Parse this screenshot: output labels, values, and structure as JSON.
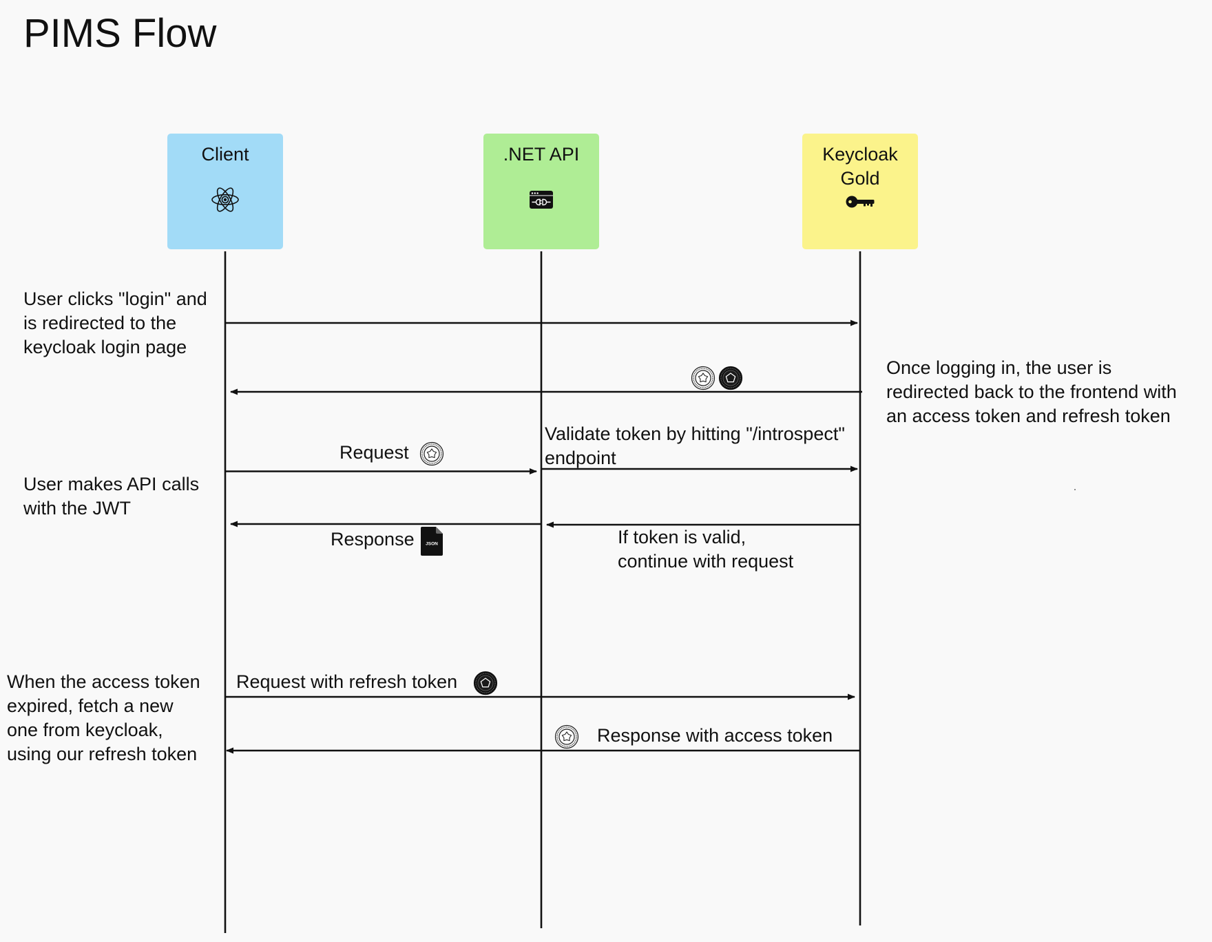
{
  "title": "PIMS Flow",
  "participants": [
    {
      "name": "Client",
      "icon": "atom-icon",
      "color": "#a2dbf7"
    },
    {
      "name": ".NET API",
      "icon": "api-window-icon",
      "color": "#afed95"
    },
    {
      "name": "Keycloak Gold",
      "icon": "key-icon",
      "color": "#fbf38b"
    }
  ],
  "notes": {
    "login": [
      "User clicks \"login\" and",
      "is redirected to the",
      "keycloak login page"
    ],
    "redirect_back": [
      "Once logging in, the user is",
      "redirected back to the frontend with",
      "an access token and refresh token"
    ],
    "api_calls": [
      "User makes API calls",
      "with the JWT"
    ],
    "token_refresh": [
      "When the access token",
      "expired, fetch a new",
      "one from keycloak,",
      "using our refresh token"
    ]
  },
  "messages": {
    "redirect_back": {
      "icons": [
        "access-token-icon",
        "refresh-token-icon"
      ]
    },
    "request": {
      "label": "Request",
      "icon": "access-token-icon"
    },
    "introspect": {
      "label": [
        "Validate token by hitting \"/introspect\"",
        "endpoint"
      ]
    },
    "response": {
      "label": "Response",
      "icon": "json-file-icon",
      "icon_text": "JSON"
    },
    "token_valid": {
      "label": [
        "If token is valid,",
        "continue with request"
      ]
    },
    "refresh_request": {
      "label": "Request with refresh token",
      "icon": "refresh-token-icon"
    },
    "refresh_response": {
      "label": "Response with access token",
      "icon": "access-token-icon"
    }
  },
  "colors": {
    "background": "#f9f9f9",
    "line": "#111111",
    "text": "#111111"
  }
}
